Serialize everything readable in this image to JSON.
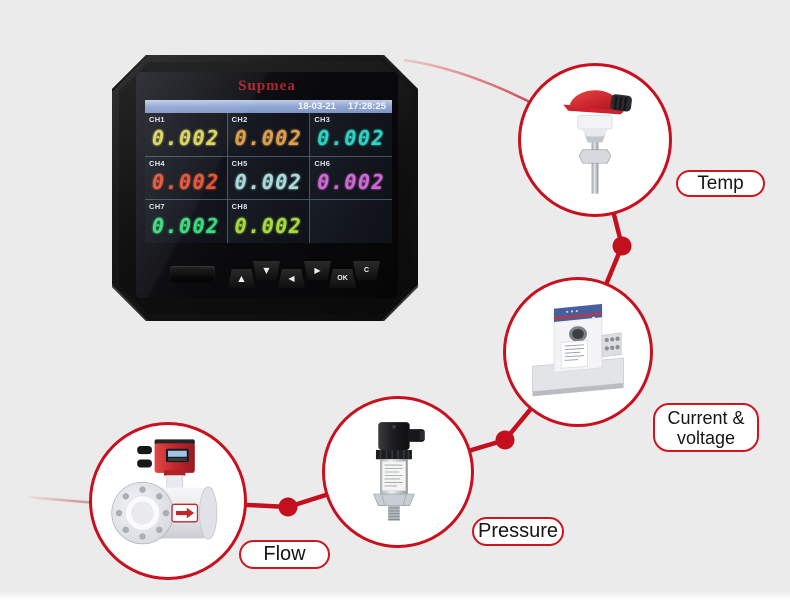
{
  "page": {
    "background_color": "#ebebeb",
    "accent_red": "#c40f1f",
    "circle_border_color": "#c8101e",
    "label_border_color": "#cc1620"
  },
  "device": {
    "brand": "Supmea",
    "brand_color": "#b02331",
    "screen": {
      "date": "18-03-21",
      "time": "17:28:25",
      "header_color": "#8fa5d2"
    },
    "channels": [
      {
        "label": "CH1",
        "value": "0.002",
        "color": "#d8d35e"
      },
      {
        "label": "CH2",
        "value": "0.002",
        "color": "#dd9e4f"
      },
      {
        "label": "CH3",
        "value": "0.002",
        "color": "#2ed2c2"
      },
      {
        "label": "CH4",
        "value": "0.002",
        "color": "#e25437"
      },
      {
        "label": "CH5",
        "value": "0.002",
        "color": "#a9dade"
      },
      {
        "label": "CH6",
        "value": "0.002",
        "color": "#cf68d2"
      },
      {
        "label": "CH7",
        "value": "0.002",
        "color": "#3ed87d"
      },
      {
        "label": "CH8",
        "value": "0.002",
        "color": "#a5d93f"
      }
    ],
    "keypad": [
      {
        "name": "up",
        "glyph": "▲"
      },
      {
        "name": "down",
        "glyph": "▼"
      },
      {
        "name": "left",
        "glyph": "◀"
      },
      {
        "name": "right",
        "glyph": "▶"
      },
      {
        "name": "ok",
        "glyph": "OK"
      },
      {
        "name": "clear",
        "glyph": "C"
      }
    ]
  },
  "sensors": {
    "temp": {
      "label": "Temp"
    },
    "current_voltage": {
      "label_line1": "Current &",
      "label_line2": "voltage"
    },
    "pressure": {
      "label": "Pressure"
    },
    "flow": {
      "label": "Flow"
    }
  }
}
